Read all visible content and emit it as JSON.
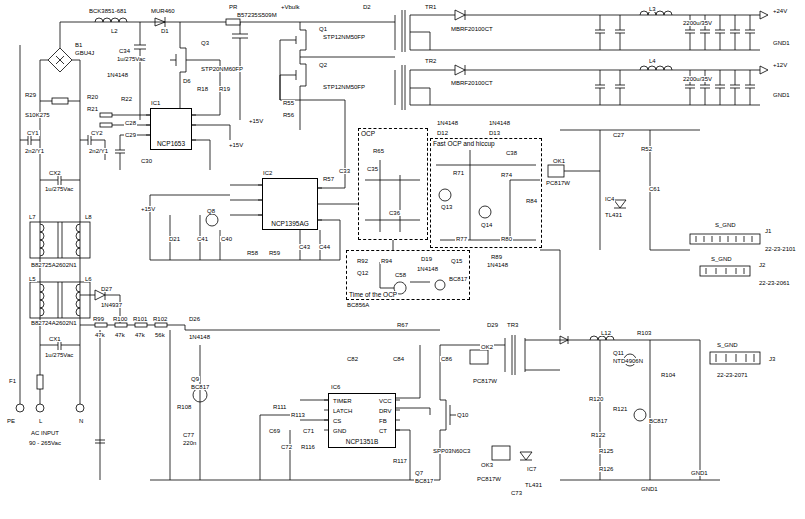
{
  "diagram": {
    "nodes": [
      {
        "text": [
          "NCP1653"
        ]
      },
      {
        "text": [
          "OCP"
        ]
      },
      {
        "text": [
          "Fast OCP and hiccup"
        ]
      },
      {
        "text": [
          "NCP1395AG"
        ]
      },
      {
        "text": [
          "Time of the OCP"
        ]
      },
      {
        "text": [
          "NCP1351B"
        ]
      }
    ],
    "edges": [
      {
        "from": 3,
        "to": 1,
        "arrow": "none"
      },
      {
        "from": 4,
        "to": 1,
        "arrow": "none"
      }
    ],
    "labels": [
      "BCK3851-681",
      "L2",
      "MUR460",
      "D1",
      "PR",
      "B57235S509M",
      "+Vbulk",
      "D2",
      "B1",
      "GBU4J",
      "C34",
      "1u/275Vac",
      "Q3",
      "STP20NM60FP",
      "Q1",
      "STP12NM50FP",
      "Q2",
      "STP12NM50FP",
      "TR1",
      "MBRF20100CT",
      "MBRF20100CT",
      "TR2",
      "L3",
      "L4",
      "2200u/35V",
      "2200u/35V",
      "+24V",
      "GND1",
      "+12V",
      "GND1",
      "R29",
      "S10K275",
      "CY1",
      "2n2/Y1",
      "CY2",
      "2n2/Y1",
      "CX2",
      "1u/275Vac",
      "L7",
      "L8",
      "B82725A2602N1",
      "L5",
      "L6",
      "B82724A2602N1",
      "CX1",
      "1u/275Vac",
      "F1",
      "PE",
      "L",
      "N",
      "AC INPUT",
      "90 - 265Vac",
      "D27",
      "1N4937",
      "R99",
      "47k",
      "R100",
      "47k",
      "R101",
      "47k",
      "R102",
      "56k",
      "D26",
      "1N4148",
      "IC1",
      "R20",
      "R21",
      "R22",
      "C28",
      "C29",
      "C30",
      "D6",
      "1N4148",
      "R18",
      "R19",
      "IC2",
      "+15V",
      "+15V",
      "+15V",
      "R57",
      "C33",
      "C40",
      "C41",
      "C43",
      "C44",
      "D21",
      "Q8",
      "R58",
      "R59",
      "R55",
      "R56",
      "R65",
      "C35",
      "C36",
      "D12",
      "1N4148",
      "D13",
      "1N4148",
      "Q13",
      "R71",
      "C38",
      "R74",
      "Q14",
      "R77",
      "R80",
      "OK1",
      "PC817W",
      "R84",
      "R89",
      "1N4148",
      "R92",
      "Q12",
      "BC856A",
      "R94",
      "C58",
      "D19",
      "1N4148",
      "Q15",
      "BC817",
      "C27",
      "R52",
      "IC4",
      "TL431",
      "C61",
      "S_GND",
      "J1",
      "22-23-2101",
      "S_GND",
      "J2",
      "22-23-2061",
      "S_GND",
      "J3",
      "22-23-2071",
      "OK2",
      "PC817W",
      "TR3",
      "D29",
      "L12",
      "C86",
      "R67",
      "C82",
      "C84",
      "Q10",
      "SPP03N60C3",
      "OK3",
      "PC817W",
      "IC7",
      "TL431",
      "Q11",
      "NTD4906N",
      "R103",
      "R104",
      "R120",
      "R121",
      "R122",
      "BC817",
      "R125",
      "R126",
      "GND1",
      "GND1",
      "IC6",
      "TIMER",
      "LATCH",
      "CS",
      "GND",
      "VCC",
      "DRV",
      "FB",
      "CT",
      "R111",
      "C69",
      "R113",
      "C71",
      "R116",
      "C72",
      "R117",
      "Q7",
      "BC817",
      "C77",
      "220n",
      "Q9",
      "BC817",
      "R108",
      "C73"
    ]
  }
}
